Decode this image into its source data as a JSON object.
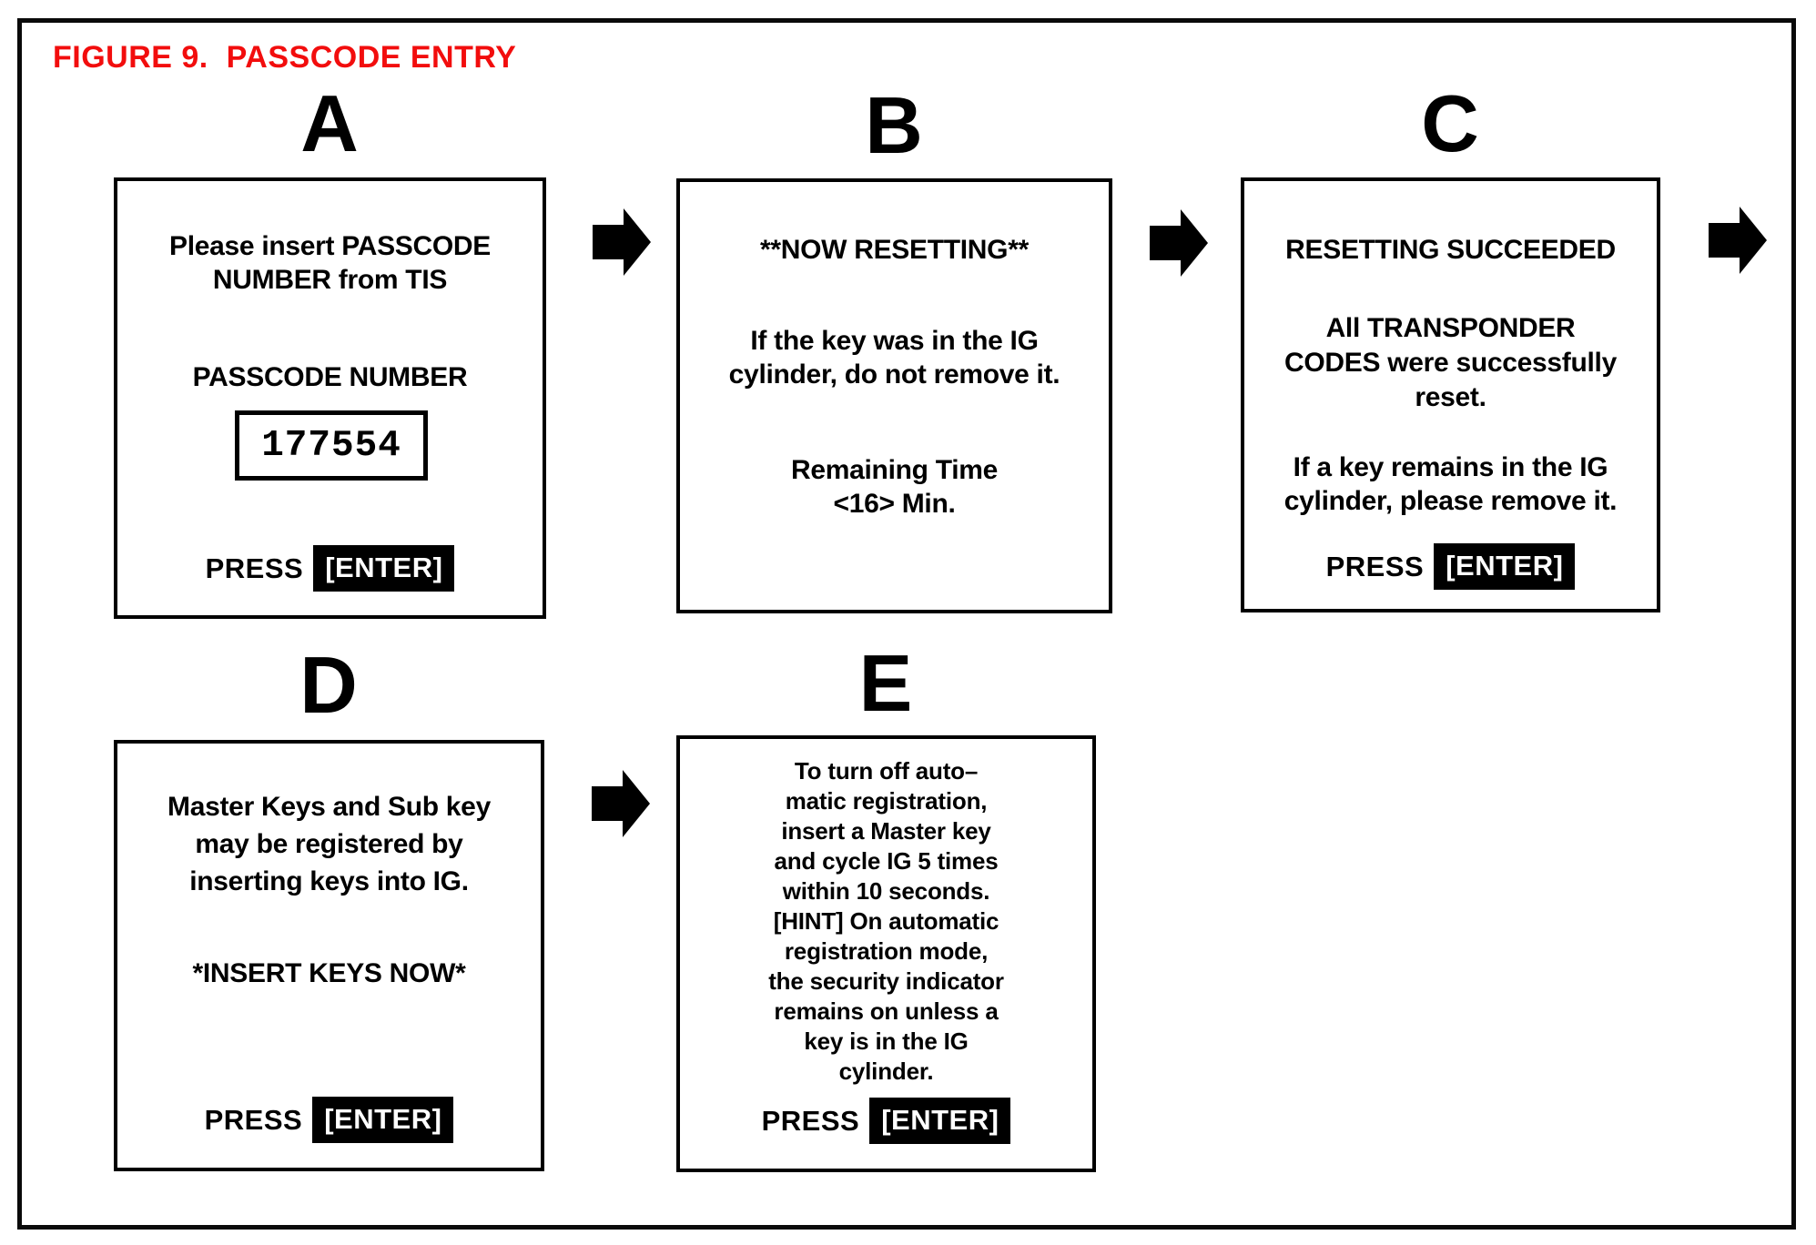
{
  "figure": {
    "title": "FIGURE 9.  PASSCODE ENTRY",
    "title_color": "#f20d0d"
  },
  "icons": {
    "arrow-right-icon": "➡"
  },
  "panels": {
    "a": {
      "label": "A",
      "message": [
        "Please insert PASSCODE",
        "NUMBER from TIS"
      ],
      "field_label": "PASSCODE NUMBER",
      "passcode": "177554",
      "press_label": "PRESS",
      "enter_label": "[ENTER]"
    },
    "b": {
      "label": "B",
      "heading": "**NOW RESETTING**",
      "message": [
        "If the key was in the IG",
        "cylinder, do not remove it."
      ],
      "timer": [
        "Remaining Time",
        "<16> Min."
      ]
    },
    "c": {
      "label": "C",
      "heading": "RESETTING SUCCEEDED",
      "message": [
        "All TRANSPONDER",
        "CODES were successfully",
        "reset."
      ],
      "message2": [
        "If a key remains in the IG",
        "cylinder, please remove it."
      ],
      "press_label": "PRESS",
      "enter_label": "[ENTER]"
    },
    "d": {
      "label": "D",
      "message": [
        "Master Keys and Sub key",
        "may be registered by",
        "inserting keys into IG."
      ],
      "prompt": "*INSERT KEYS NOW*",
      "press_label": "PRESS",
      "enter_label": "[ENTER]"
    },
    "e": {
      "label": "E",
      "message": [
        "To turn off auto–",
        "matic registration,",
        "insert a Master key",
        "and cycle IG 5 times",
        "within 10 seconds.",
        "[HINT] On automatic",
        "registration mode,",
        "the security indicator",
        "remains on unless a",
        "key is in the IG",
        "cylinder."
      ],
      "press_label": "PRESS",
      "enter_label": "[ENTER]"
    }
  }
}
